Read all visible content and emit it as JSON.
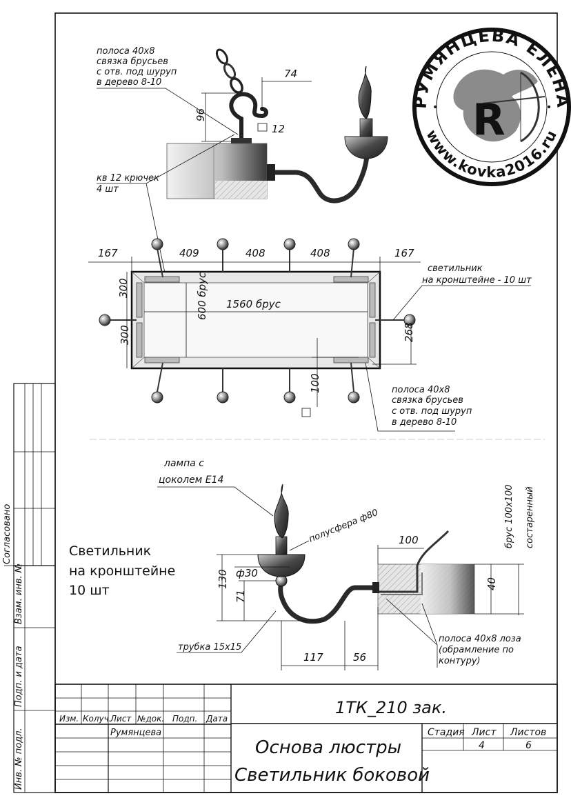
{
  "top_view": {
    "note_strip": [
      "полоса 40x8",
      "связка брусьев",
      "с отв. под шуруп",
      "в дерево 8-10"
    ],
    "dim_74": "74",
    "dim_96": "96",
    "dim_12": "12",
    "note_hook": [
      "кв 12 крючек",
      "4 шт"
    ]
  },
  "plan_view": {
    "dims_top": [
      "167",
      "409",
      "408",
      "408",
      "167"
    ],
    "dim_300a": "300",
    "dim_300b": "300",
    "dim_600": "600 брус",
    "dim_1560": "1560 брус",
    "dim_268": "268",
    "dim_100": "100",
    "note_bracket": [
      "светильник",
      "на кронштейне - 10 шт"
    ],
    "note_strip": [
      "полоса 40x8",
      "связка брусьев",
      "с отв. под шуруп",
      "в дерево 8-10"
    ]
  },
  "side_view": {
    "note_lamp": [
      "лампа с",
      "цоколем Е14"
    ],
    "note_hemisphere": "полусфера ф80",
    "dim_30": "ф30",
    "dim_130": "130",
    "dim_71": "71",
    "dim_100": "100",
    "dim_40": "40",
    "note_beam": [
      "брус 100х100",
      "состаренный"
    ],
    "note_tube": "трубка 15х15",
    "dim_117": "117",
    "dim_56": "56",
    "note_vine": [
      "полоса 40х8 лоза",
      "(обрамление по",
      "контуру)"
    ],
    "caption": [
      "Светильник",
      "на кронштейне",
      "10 шт"
    ]
  },
  "stamp": {
    "top_text": "РУМЯНЦЕВА ЕЛЕНА",
    "bottom_text": "www.kovka2016.ru",
    "monogram": "R"
  },
  "side_column": {
    "agreed": "Согласовано",
    "replaced": "Взам. инв. №",
    "sign_date": "Подп. и дата",
    "inv_no": "Инв. № подл."
  },
  "title_block": {
    "code": "1ТК_210  зак.",
    "headers": [
      "Изм.",
      "Колуч.",
      "Лист",
      "№док.",
      "Подп.",
      "Дата"
    ],
    "author": "Румянцева",
    "stage_label": "Стадия",
    "sheet_label": "Лист",
    "sheets_label": "Листов",
    "sheet_value": "4",
    "sheets_value": "6",
    "title_line1": "Основа люстры",
    "title_line2": "Светильник боковой"
  }
}
